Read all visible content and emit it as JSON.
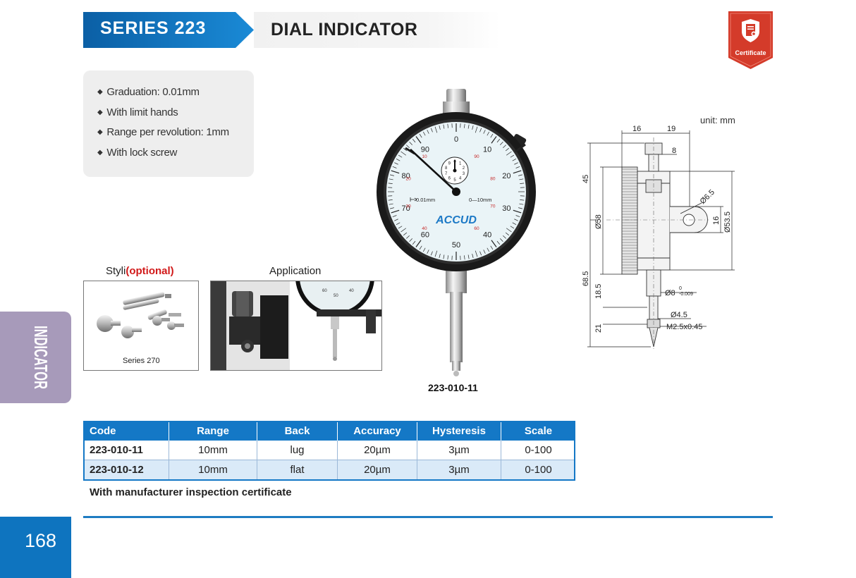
{
  "header": {
    "series_label": "SERIES 223",
    "title": "DIAL INDICATOR",
    "certificate_badge": "Certificate",
    "accent_color": "#0e74bf"
  },
  "features": [
    "Graduation: 0.01mm",
    "With limit hands",
    "Range per revolution: 1mm",
    "With lock screw"
  ],
  "side_tab": {
    "label": "INDICATOR",
    "color": "#a79aba"
  },
  "page_number": "168",
  "styli": {
    "title": "Styli",
    "optional": "(optional)",
    "caption": "Series 270"
  },
  "application": {
    "title": "Application",
    "dial_numbers": [
      "60",
      "50",
      "40"
    ]
  },
  "product": {
    "code": "223-010-11",
    "dial": {
      "brand": "ACCUD",
      "main_numbers": [
        "0",
        "10",
        "20",
        "30",
        "40",
        "50",
        "60",
        "70",
        "80",
        "90"
      ],
      "red_numbers": [
        "90",
        "80",
        "70",
        "60",
        "40",
        "30",
        "20",
        "10"
      ],
      "left_label": "0.01mm",
      "right_label": "0—10mm",
      "small_dial_numbers": [
        "0",
        "1",
        "2",
        "3",
        "4",
        "5",
        "6",
        "7",
        "8",
        "9"
      ]
    }
  },
  "drawing": {
    "unit": "unit: mm",
    "dims": {
      "d16_top": "16",
      "d19": "19",
      "d8_top": "8",
      "d45": "45",
      "d58": "Ø58",
      "d6_5": "Ø6.5",
      "d16_side": "16",
      "d53_5": "Ø53.5",
      "d68_5": "68.5",
      "d18_5": "18.5",
      "d8_stem": "Ø8",
      "d8_tol_upper": "0",
      "d8_tol_lower": "-0.009",
      "d4_5": "Ø4.5",
      "d21": "21",
      "thread": "M2.5x0.45"
    }
  },
  "table": {
    "headers": [
      "Code",
      "Range",
      "Back",
      "Accuracy",
      "Hysteresis",
      "Scale"
    ],
    "rows": [
      [
        "223-010-11",
        "10mm",
        "lug",
        "20µm",
        "3µm",
        "0-100"
      ],
      [
        "223-010-12",
        "10mm",
        "flat",
        "20µm",
        "3µm",
        "0-100"
      ]
    ],
    "header_color": "#1478c6",
    "alt_row_color": "#daeaf8"
  },
  "footnote": "With manufacturer inspection certificate"
}
